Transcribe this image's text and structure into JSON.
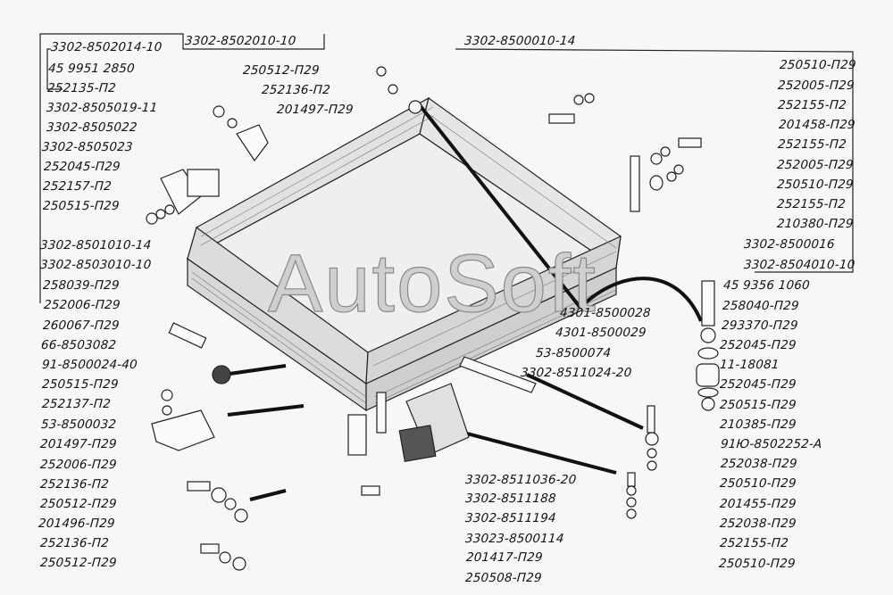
{
  "title": "3302-8500010-14",
  "watermark": "AutoSoft",
  "labels": [
    "3302-8502014-10",
    "3302-8502010-10",
    "3302-8500010-14",
    "45 9951 2850",
    "252135-П2",
    "3302-8505019-11",
    "3302-8505022",
    "3302-8505023",
    "252045-П29",
    "252157-П2",
    "250515-П29",
    "3302-8501010-14",
    "3302-8503010-10",
    "258039-П29",
    "252006-П29",
    "260067-П29",
    "66-8503082",
    "91-8500024-40",
    "250515-П29",
    "252137-П2",
    "53-8500032",
    "201497-П29",
    "252006-П29",
    "252136-П2",
    "250512-П29",
    "201496-П29",
    "252136-П2",
    "250512-П29",
    "250512-П29",
    "252136-П2",
    "201497-П29",
    "250510-П29",
    "252005-П29",
    "252155-П2",
    "201458-П29",
    "252155-П2",
    "252005-П29",
    "250510-П29",
    "252155-П2",
    "210380-П29",
    "3302-8500016",
    "3302-8504010-10",
    "45 9356 1060",
    "258040-П29",
    "293370-П29",
    "252045-П29",
    "11-18081",
    "252045-П29",
    "250515-П29",
    "210385-П29",
    "91Ю-8502252-А",
    "252038-П29",
    "250510-П29",
    "201455-П29",
    "252038-П29",
    "252155-П2",
    "250510-П29",
    "4301-8500028",
    "4301-8500029",
    "53-8500074",
    "3302-8511024-20",
    "3302-8511036-20",
    "3302-8511188",
    "3302-8511194",
    "33023-8500114",
    "201417-П29",
    "250508-П29"
  ]
}
